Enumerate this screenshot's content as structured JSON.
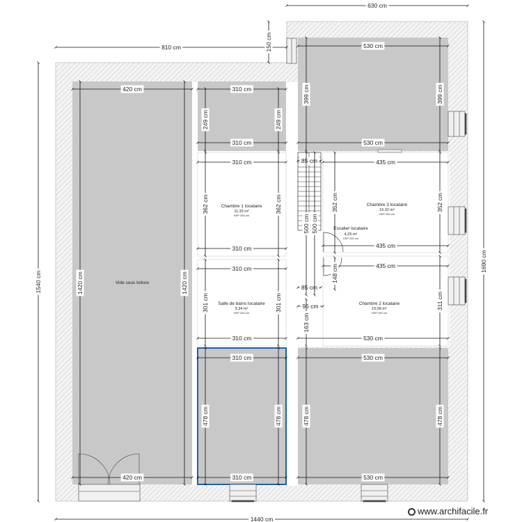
{
  "dimensions": {
    "top_right": "630 cm",
    "top_left": "810 cm",
    "step": "150 cm",
    "left_total": "1540 cm",
    "right_total": "1690 cm",
    "bottom_total": "1440 cm",
    "w420": "420 cm",
    "w310": "310 cm",
    "w530": "530 cm",
    "w435": "435 cm",
    "w85": "85 cm",
    "w95": "95 cm",
    "h1420": "1420 cm",
    "h249": "249 cm",
    "h399": "399 cm",
    "h362": "362 cm",
    "h352": "352 cm",
    "h301": "301 cm",
    "h311": "311 cm",
    "h478": "478 cm",
    "h500": "500 cm",
    "h148": "148 cm",
    "h163": "163 cm"
  },
  "rooms": {
    "vide": {
      "name": "Vide sous toiture"
    },
    "chambre1": {
      "name": "Chambre 1 locataire",
      "area": "11,33 m²",
      "hsp": "HSP 250 cm"
    },
    "chambre3": {
      "name": "Chambre 3 locataire",
      "area": "15,32 m²",
      "hsp": "HSP 250 cm"
    },
    "escalier": {
      "name": "Escalier locataire",
      "area": "4,25 m²",
      "hsp": "HSP 250 cm"
    },
    "sdb": {
      "name": "Salle de bains locataire",
      "area": "9,34 m²",
      "hsp": "HSP 250 cm"
    },
    "chambre2": {
      "name": "Chambre 2 locataire",
      "area": "15,09 m²",
      "hsp": "HSP 250 cm"
    }
  },
  "footer": {
    "brand": "www.archifacile.fr"
  },
  "colors": {
    "wall_hatch": "#d2d2d2",
    "room_fill": "#c8c8c8",
    "selected": "#1e5fa8",
    "line": "#111111"
  }
}
